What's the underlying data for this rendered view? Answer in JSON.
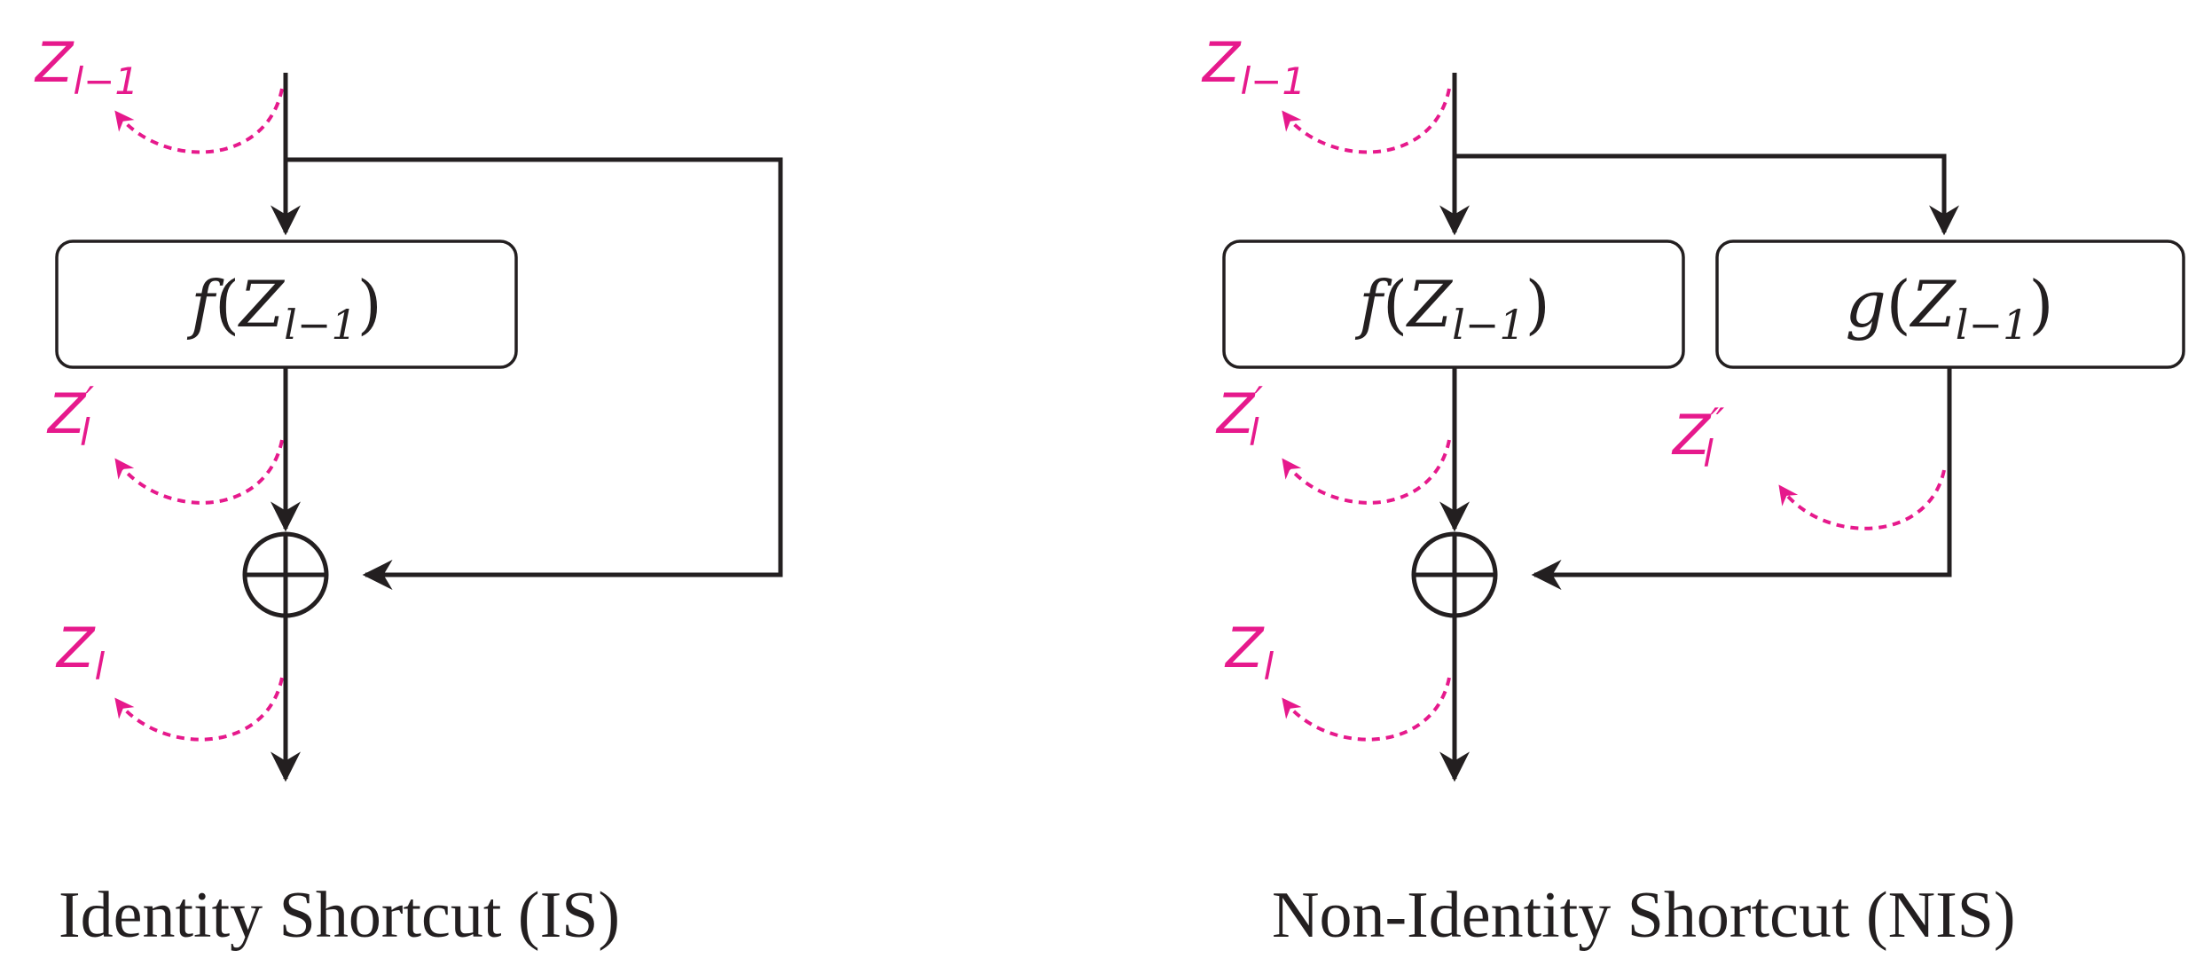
{
  "colors": {
    "line": "#231f20",
    "gradient_label": "#e6198c"
  },
  "identity_shortcut": {
    "caption": "Identity Shortcut (IS)",
    "box_f": {
      "fn": "f",
      "var": "Z",
      "sub": "l−1"
    },
    "input_label": {
      "var": "Z",
      "sub": "l−1"
    },
    "mid_label": {
      "var": "Z",
      "prime": "′",
      "sub": "l"
    },
    "output_label": {
      "var": "Z",
      "sub": "l"
    }
  },
  "non_identity_shortcut": {
    "caption": "Non-Identity Shortcut (NIS)",
    "box_f": {
      "fn": "f",
      "var": "Z",
      "sub": "l−1"
    },
    "box_g": {
      "fn": "g",
      "var": "Z",
      "sub": "l−1"
    },
    "input_label": {
      "var": "Z",
      "sub": "l−1"
    },
    "mid_label": {
      "var": "Z",
      "prime": "′",
      "sub": "l"
    },
    "shortcut_label": {
      "var": "Z",
      "prime": "″",
      "sub": "l"
    },
    "output_label": {
      "var": "Z",
      "sub": "l"
    }
  }
}
